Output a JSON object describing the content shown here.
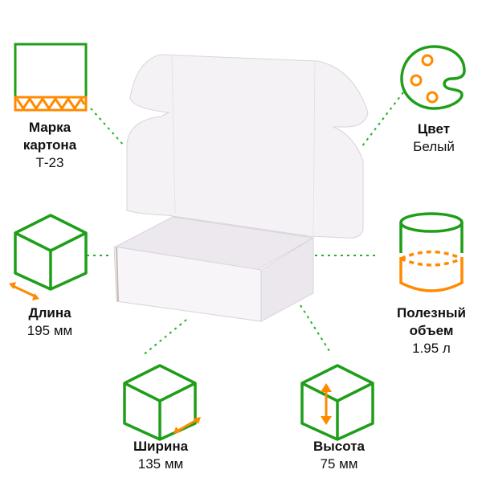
{
  "colors": {
    "green": "#1f9e1a",
    "orange": "#ff8a00",
    "box": "#f4f1f5"
  },
  "features": {
    "carton": {
      "title_line1": "Марка",
      "title_line2": "картона",
      "value": "Т-23",
      "icon": "corrugated-board-icon"
    },
    "color": {
      "title": "Цвет",
      "value": "Белый",
      "icon": "palette-icon"
    },
    "length": {
      "title": "Длина",
      "value": "195 мм",
      "icon": "cube-length-icon"
    },
    "volume": {
      "title_line1": "Полезный",
      "title_line2": "объем",
      "value": "1.95 л",
      "icon": "cylinder-volume-icon"
    },
    "width": {
      "title": "Ширина",
      "value": "135 мм",
      "icon": "cube-width-icon"
    },
    "height": {
      "title": "Высота",
      "value": "75 мм",
      "icon": "cube-height-icon"
    }
  }
}
